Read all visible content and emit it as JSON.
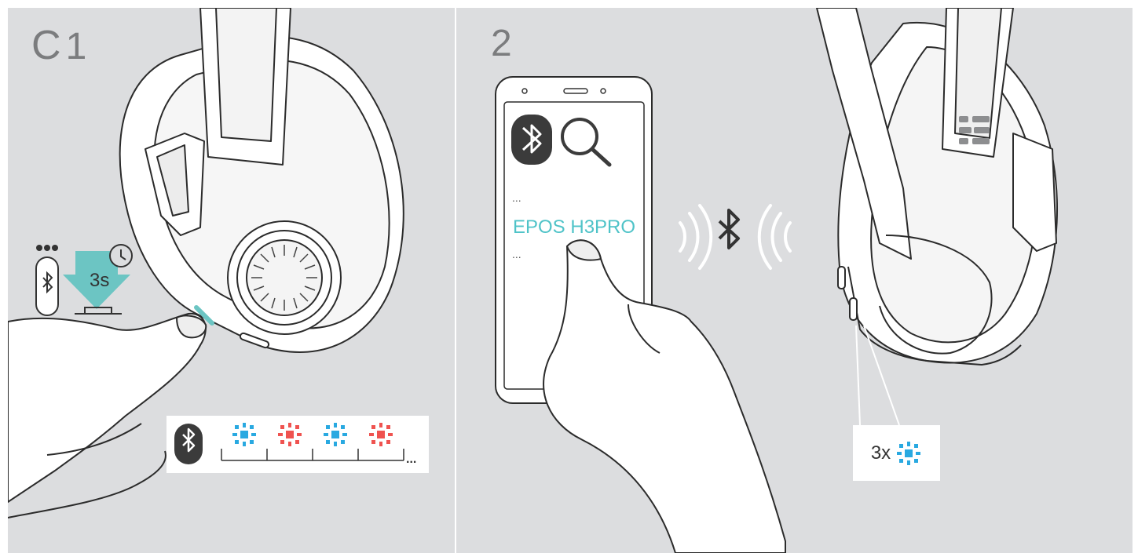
{
  "steps": {
    "letter": "C",
    "step1": "1",
    "step2": "2"
  },
  "step1": {
    "press_duration": "3s",
    "legend_trailing": "..."
  },
  "step2": {
    "list_ellipsis_top": "...",
    "device_name": "EPOS H3PRO",
    "list_ellipsis_bottom": "...",
    "blink_count": "3x"
  },
  "colors": {
    "panel": "#dcdddf",
    "led_blue": "#29a9e1",
    "led_red": "#ef5350",
    "press_arrow": "#6cc5c3",
    "device_name": "#4fc3c8"
  },
  "icons": [
    "bluetooth-icon",
    "search-icon",
    "clock-icon",
    "press-arrow-icon",
    "led-blue-icon",
    "led-red-icon"
  ]
}
